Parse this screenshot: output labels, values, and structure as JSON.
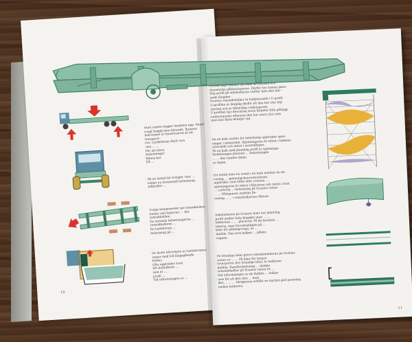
{
  "left_page": {
    "paragraph_1": "Runt ramen bygger lastbilen upp. Ramen är\nsvagt byggd men bärande. Ramens\nhalvramen är konstruerad så att\ntransport-\nera. Lastbilsram skall vara\nram ... ...\nFör att klara\nbelastningar\nBilens bur\nDå ...",
    "paragraph_2": "Då en lastad bil svänger runt ...\nträder en horisontell belastning\nsidkrafter ...",
    "paragraph_3": "Tunga komponenter på ramsidbalken\ntankar och batterier ... bör\nramsidbalken.\nDe normala belastningarna ...\nramsidbalkens ...\nEn lastbilsram ...\nbelastning på ...",
    "paragraph_4": "De flesta tillverkare av lastbilsramar\nramar med två längsgående\nbalkar.\nOfta uppträder även\ntill slutbalkens ...\nsom är ...\nprofil ...\nVid utformningen av ...",
    "page_number": "10"
  },
  "right_page": {
    "paragraph_1": "Scania tagit hänsyn till både de statiska och\ndynamiska påkänningarna. Därför har ramen jämn-\nhög profil på sidobalkarna utefter hela den bär-\nande längden.\nScanias ramsidobalkar är kallpressade i U-profil.\nU-profilen är lämplig därför att den har stor böj-\nstyvhet och är tillräcklig vridningsvek.\nU-profilen har dessutom stora fördelar från påbygg-\nnadssynpunkt eftersom den har stora ytor som\nman kan fästa detaljer vid.",
    "paragraph_2": "Då en balk utsätts för belastning uppträder spän-\nningar i materialet. Spänningarna är störst i balkens\nytterskikt och minst i neutrallinjen.\nPå en balk med jämnhög profil är spännings-\nfördelningen jämnare ... belastningen\n... ... den mindre delen\nav linjen.",
    "paragraph_3": "Ett nötfäl eller en ovetit i en balk innebär en fle-\nvaning ... spänningskoncentrationer\nuppträder runt hålet eller svetsen. ...\nspänningarna är störst i flänsarna och minst i livet\n... i princip ... belastning på Scanias ramar\n... ... Dårigenom undviks fle-\nvaning ... ... i ramnbalkarnas flänsar.",
    "paragraph_4": "Sidobalkarna på Scanias bilar har jämnhög\nprofil utefter hela längden utan ... ...\nbalkarnas ... ... placerad. På de kortaste ...\nbilarna, men huvudsakligen på ...\nbilar för påhängsvagn, är ...\ndubbla. Den inre balken ... påkän-\nvagnen.",
    "paragraph_5": "På treaxliga bilar göres ramsidobalkarna på Scanias\nramar av ... ... På bilar för tyngre\ntransporter dvs treaxliga bilar, är balkarna\ndubbla. Ramförstärkning ... dubbla\nramsidobalkar på Scanias ramar är ...\nVid utformningen av de dubbla ... balkar\nsom för att den inre ... med\nden ... ... ... Därigenom erhålls en mycket god passning\nmellan balkarna.",
    "page_number": "11"
  },
  "colors": {
    "frame_green": "#8dbfa8",
    "dark_green": "#3f7f66",
    "teal_dark": "#1e5a4a",
    "red_arrow": "#d9342b",
    "cab_blue": "#5e8fa6",
    "yellow": "#e8b23a",
    "lavender": "#b2a4cc",
    "page": "#f4f3ef",
    "cover_grey": "#b0b0ab"
  }
}
